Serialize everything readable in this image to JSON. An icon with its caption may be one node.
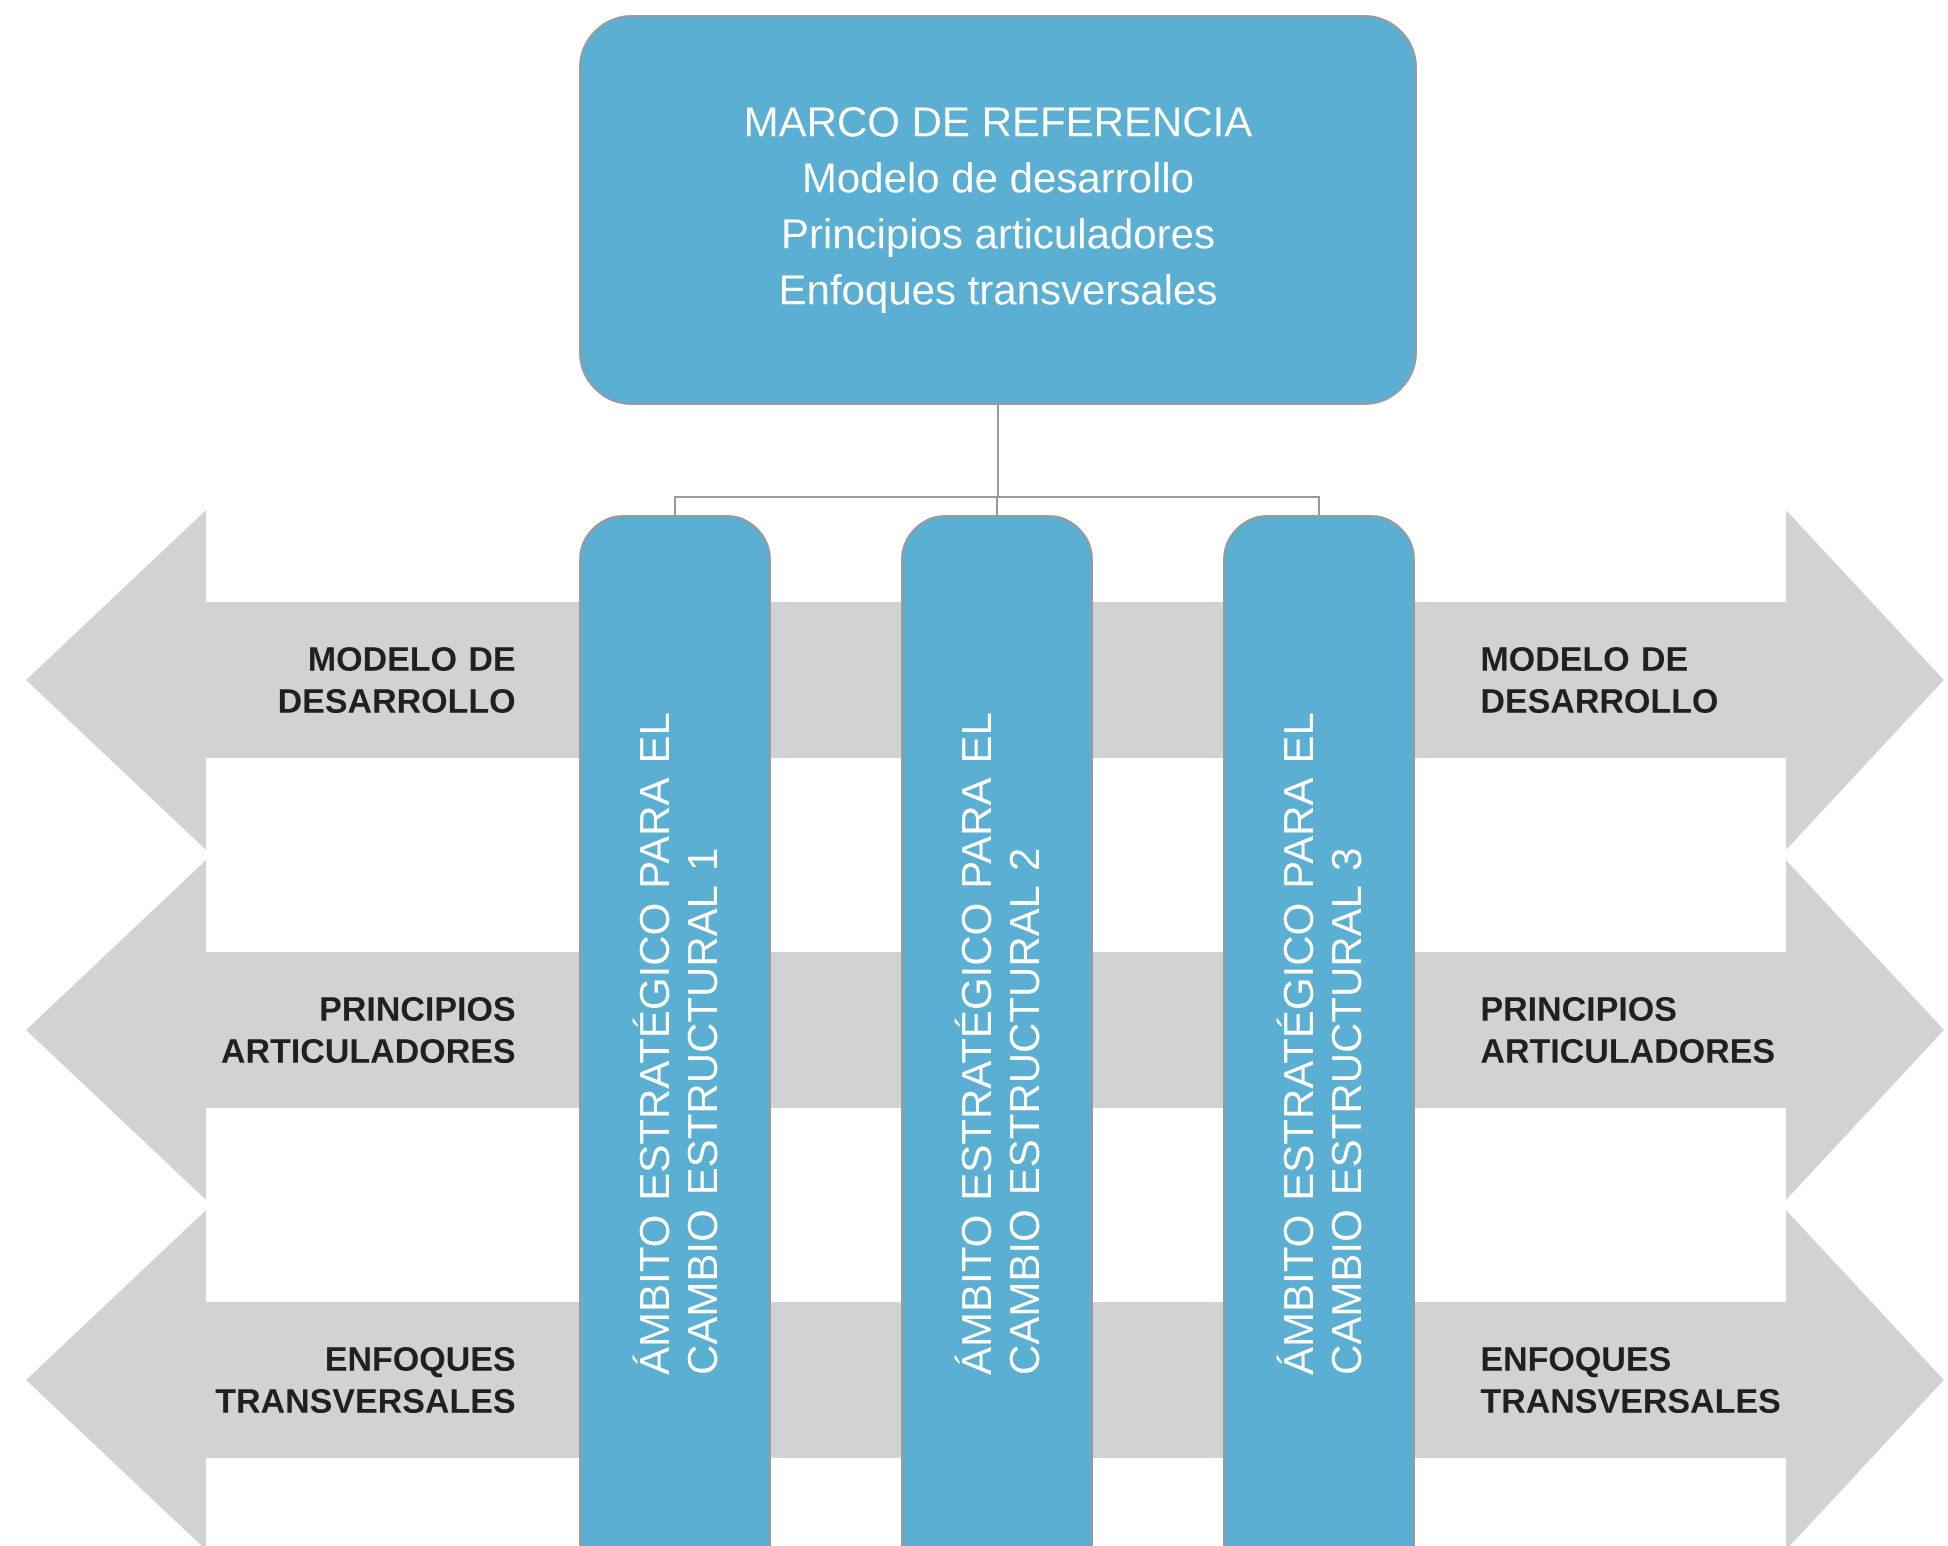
{
  "diagram": {
    "nodes": [
      {
        "text": [
          "MARCO DE REFERENCIA",
          "Modelo de desarrollo",
          "Principios articuladores",
          "Enfoques transversales"
        ]
      },
      {
        "text": [
          "ÁMBITO ESTRATÉGICO PARA EL CAMBIO ESTRUCTURAL 1"
        ]
      },
      {
        "text": [
          "ÁMBITO ESTRATÉGICO PARA EL CAMBIO ESTRUCTURAL 2"
        ]
      },
      {
        "text": [
          "ÁMBITO ESTRATÉGICO PARA EL CAMBIO ESTRUCTURAL 3"
        ]
      },
      {
        "text": [
          "MODELO DE DESARROLLO",
          "MODELO DE DESARROLLO"
        ]
      },
      {
        "text": [
          "PRINCIPIOS ARTICULADORES",
          "PRINCIPIOS ARTICULADORES"
        ]
      },
      {
        "text": [
          "ENFOQUES TRANSVERSALES",
          "ENFOQUES TRANSVERSALES"
        ]
      }
    ],
    "edges": [
      {
        "from": 0,
        "to": 1,
        "arrow": "none"
      },
      {
        "from": 0,
        "to": 2,
        "arrow": "none"
      },
      {
        "from": 0,
        "to": 3,
        "arrow": "none"
      }
    ]
  }
}
